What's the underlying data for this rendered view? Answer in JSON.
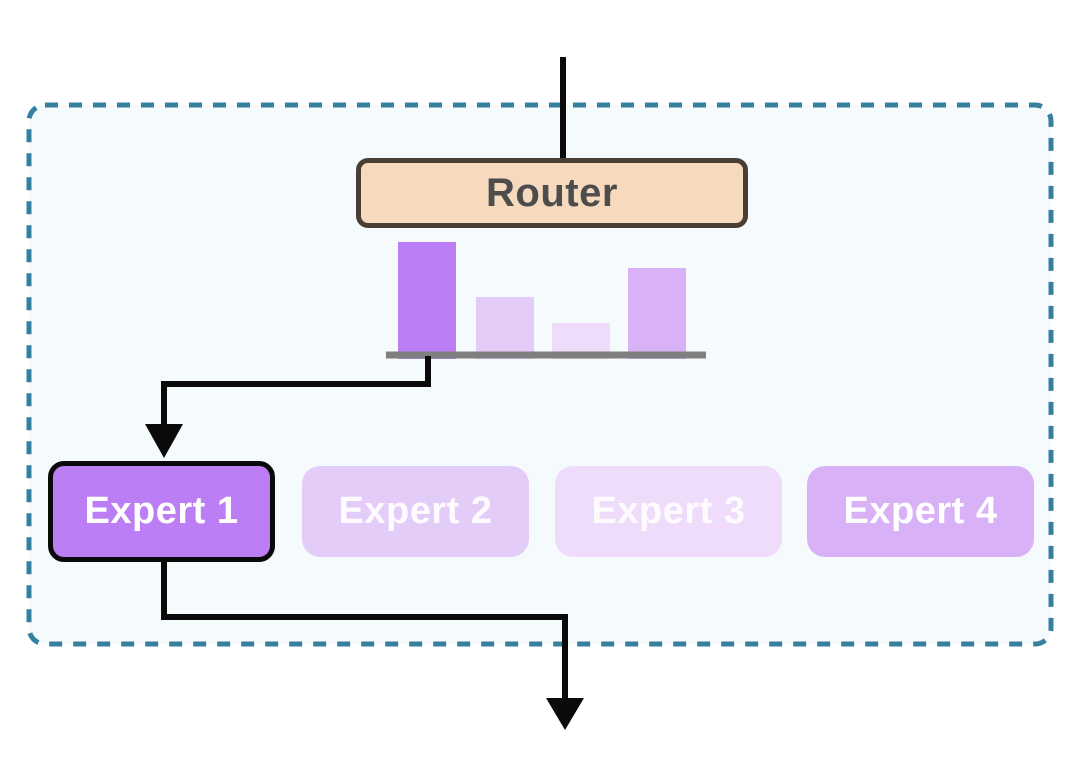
{
  "diagram": {
    "router_label": "Router",
    "experts": {
      "items": [
        {
          "label": "Expert 1",
          "fill": "#bc7ef4",
          "text_color": "#ffffff",
          "selected": true
        },
        {
          "label": "Expert 2",
          "fill": "#e4ccf8",
          "text_color": "#fdfbfe",
          "selected": false
        },
        {
          "label": "Expert 3",
          "fill": "#efdcfa",
          "text_color": "#fdfbfe",
          "selected": false
        },
        {
          "label": "Expert 4",
          "fill": "#d9b1f6",
          "text_color": "#ffffff",
          "selected": false
        }
      ]
    }
  },
  "chart_data": {
    "type": "bar",
    "categories": [
      "Expert 1",
      "Expert 2",
      "Expert 3",
      "Expert 4"
    ],
    "values": [
      0.39,
      0.2,
      0.11,
      0.3
    ],
    "bar_colors": [
      "#bc7ef4",
      "#e4ccf8",
      "#efdcfa",
      "#d9b1f6"
    ],
    "xlabel": "",
    "ylabel": "",
    "ylim": [
      0,
      0.4
    ],
    "grid": false,
    "legend": false,
    "axis_color": "#7f7f7f"
  },
  "colors": {
    "page_background": "#ffffff",
    "container_fill": "#f5fafd",
    "container_border": "#35809f",
    "router_fill": "#f7d9bd",
    "router_border": "#4a3e34",
    "router_text": "#4d4d4d",
    "arrow": "#0a0a0a",
    "selected_expert_border": "#0a0a0a"
  }
}
